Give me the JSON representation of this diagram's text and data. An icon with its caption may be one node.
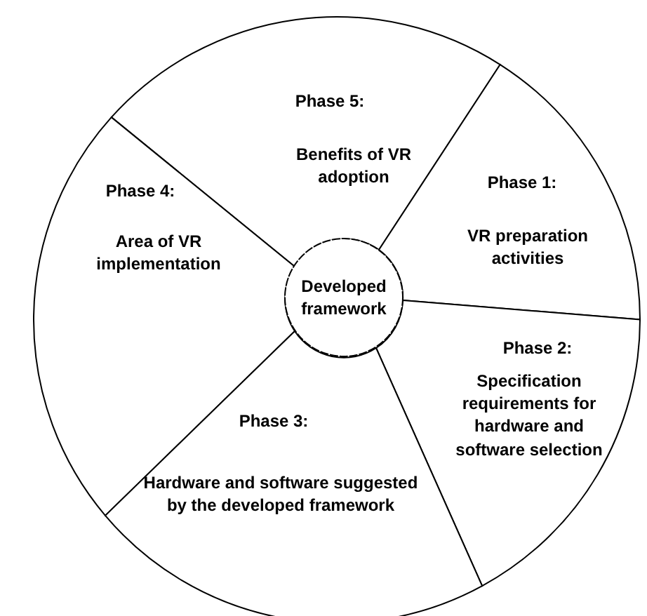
{
  "diagram": {
    "nodes": [
      {
        "text": [
          "Phase 5:",
          "Benefits of VR adoption"
        ]
      },
      {
        "text": [
          "Phase 1:",
          "VR preparation activities"
        ]
      },
      {
        "text": [
          "Phase 4:",
          "Area of VR implementation"
        ]
      },
      {
        "text": [
          "Developed framework"
        ]
      },
      {
        "text": [
          "Phase 2:",
          "Specification requirements for hardware and software selection"
        ]
      },
      {
        "text": [
          "Phase 3:",
          "Hardware and software suggested by the developed framework"
        ]
      }
    ],
    "edges": []
  }
}
